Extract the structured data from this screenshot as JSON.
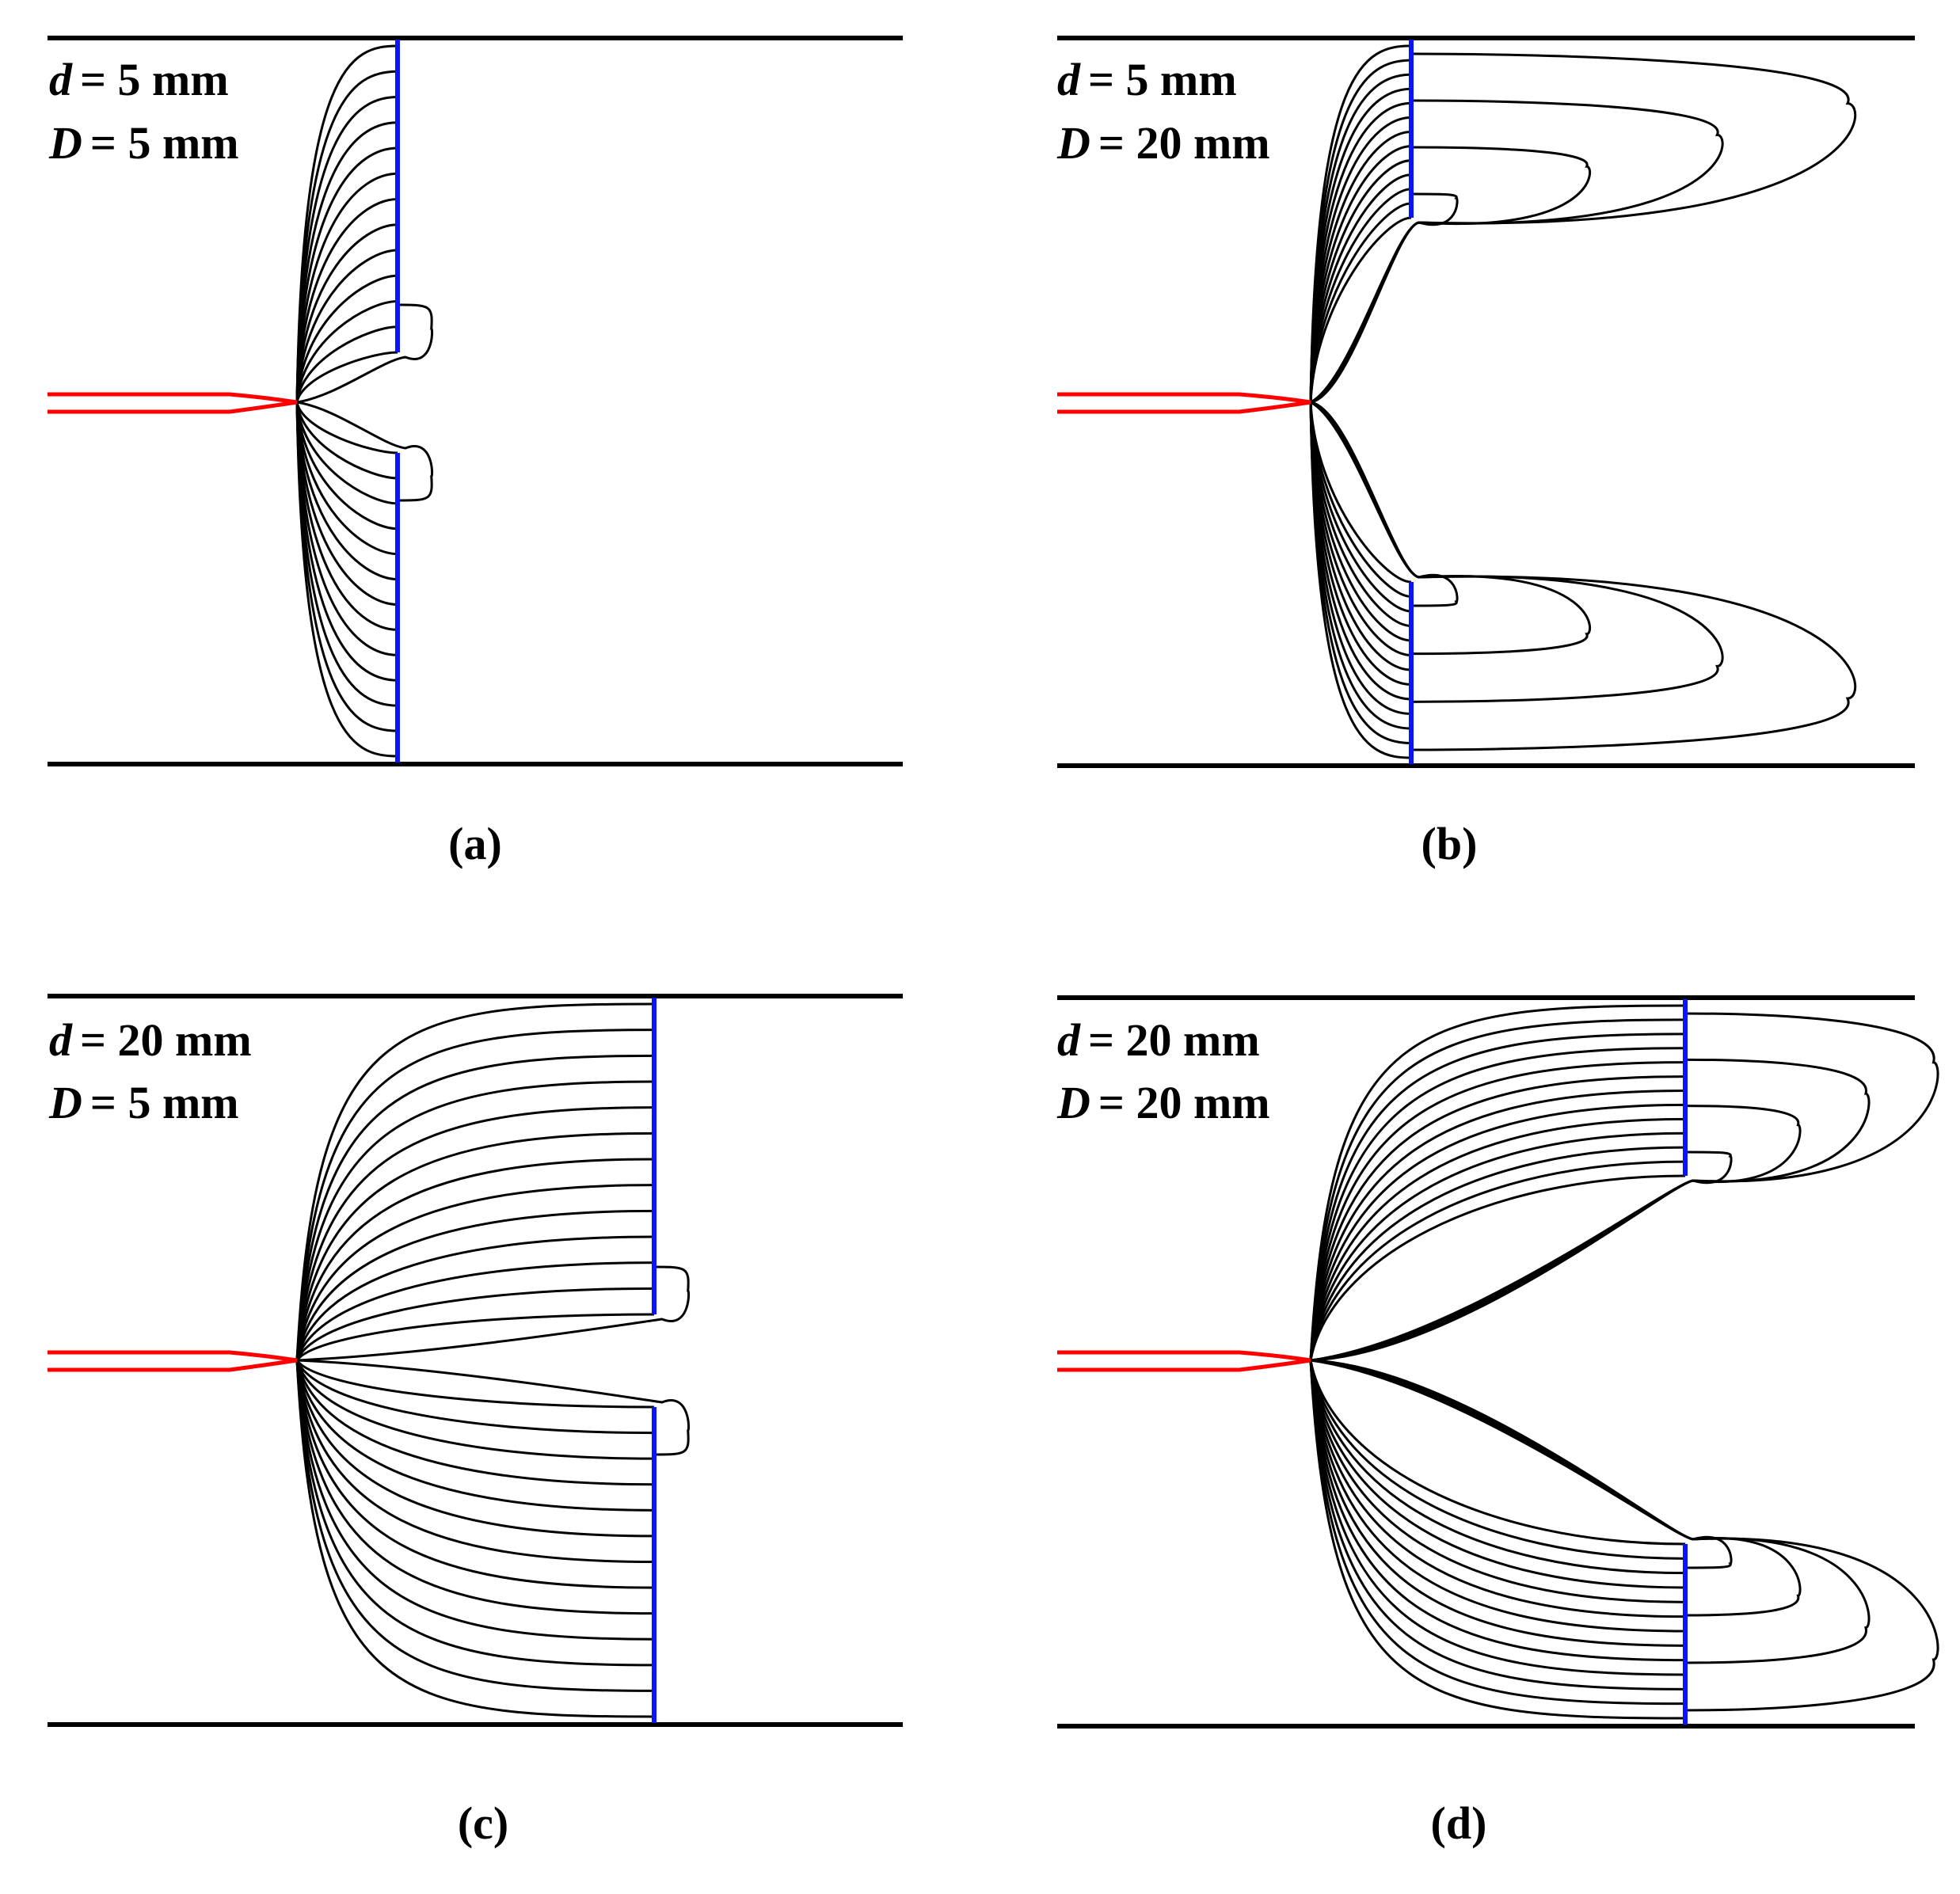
{
  "panels": [
    {
      "id": "a",
      "caption": "(a)",
      "d_symbol": "d",
      "d_value": "= 5 mm",
      "D_symbol": "D",
      "D_value": "= 5 mm",
      "plate_color": "#0a14ff",
      "needle_color": "#ff0000",
      "field_line_color": "#000000"
    },
    {
      "id": "b",
      "caption": "(b)",
      "d_symbol": "d",
      "d_value": "= 5 mm",
      "D_symbol": "D",
      "D_value": "= 20 mm",
      "plate_color": "#0a14ff",
      "needle_color": "#ff0000",
      "field_line_color": "#000000"
    },
    {
      "id": "c",
      "caption": "(c)",
      "d_symbol": "d",
      "d_value": "= 20 mm",
      "D_symbol": "D",
      "D_value": "= 5 mm",
      "plate_color": "#0a14ff",
      "needle_color": "#ff0000",
      "field_line_color": "#000000"
    },
    {
      "id": "d",
      "caption": "(d)",
      "d_symbol": "d",
      "d_value": "= 20 mm",
      "D_symbol": "D",
      "D_value": "= 20 mm",
      "plate_color": "#0a14ff",
      "needle_color": "#ff0000",
      "field_line_color": "#000000"
    }
  ]
}
